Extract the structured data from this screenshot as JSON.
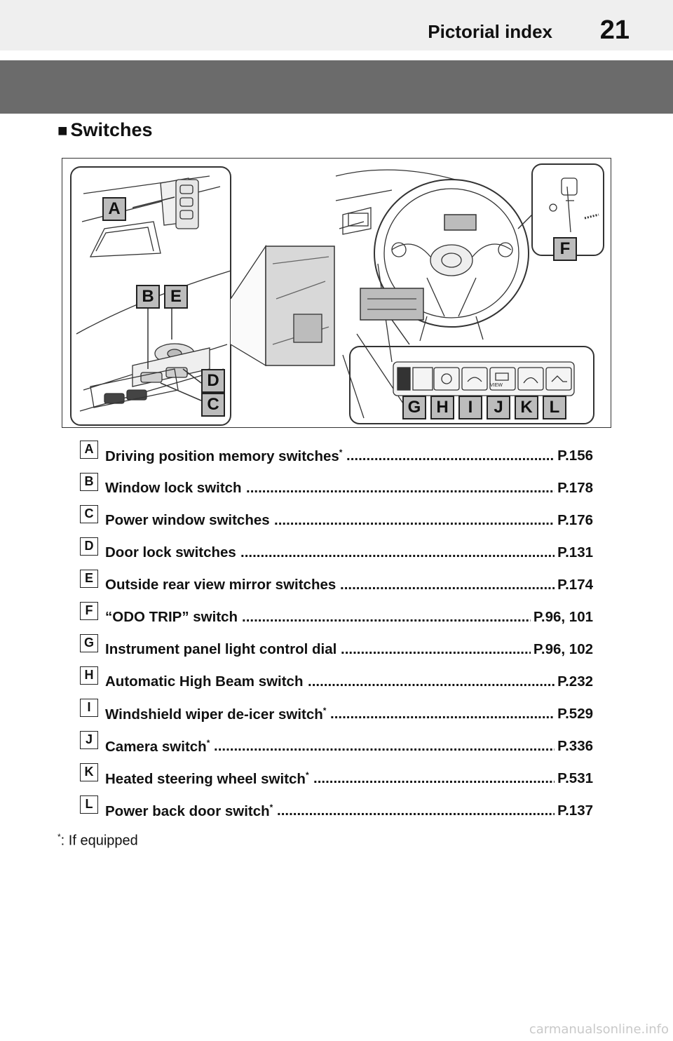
{
  "header": {
    "title": "Pictorial index",
    "page_number": "21"
  },
  "section": {
    "marker": "■",
    "heading": "Switches"
  },
  "figure": {
    "callouts": [
      "A",
      "B",
      "E",
      "D",
      "C",
      "F",
      "G",
      "H",
      "I",
      "J",
      "K",
      "L"
    ],
    "panel_view_label": "VIEW"
  },
  "entries": [
    {
      "letter": "A",
      "label": "Driving position memory switches",
      "asterisk": true,
      "page": "P.156"
    },
    {
      "letter": "B",
      "label": "Window lock switch",
      "asterisk": false,
      "page": "P.178"
    },
    {
      "letter": "C",
      "label": "Power window switches",
      "asterisk": false,
      "page": "P.176"
    },
    {
      "letter": "D",
      "label": "Door lock switches",
      "asterisk": false,
      "page": "P.131"
    },
    {
      "letter": "E",
      "label": "Outside rear view mirror switches",
      "asterisk": false,
      "page": "P.174"
    },
    {
      "letter": "F",
      "label": "“ODO TRIP” switch",
      "asterisk": false,
      "page": "P.96, 101"
    },
    {
      "letter": "G",
      "label": "Instrument panel light control dial",
      "asterisk": false,
      "page": "P.96, 102"
    },
    {
      "letter": "H",
      "label": "Automatic High Beam switch",
      "asterisk": false,
      "page": "P.232"
    },
    {
      "letter": "I",
      "label": "Windshield wiper de-icer switch",
      "asterisk": true,
      "page": "P.529"
    },
    {
      "letter": "J",
      "label": "Camera switch",
      "asterisk": true,
      "page": "P.336"
    },
    {
      "letter": "K",
      "label": "Heated steering wheel switch",
      "asterisk": true,
      "page": "P.531"
    },
    {
      "letter": "L",
      "label": "Power back door switch",
      "asterisk": true,
      "page": "P.137"
    }
  ],
  "footnote": {
    "mark": "*",
    "text": ": If equipped"
  },
  "watermark": "carmanualsonline.info"
}
